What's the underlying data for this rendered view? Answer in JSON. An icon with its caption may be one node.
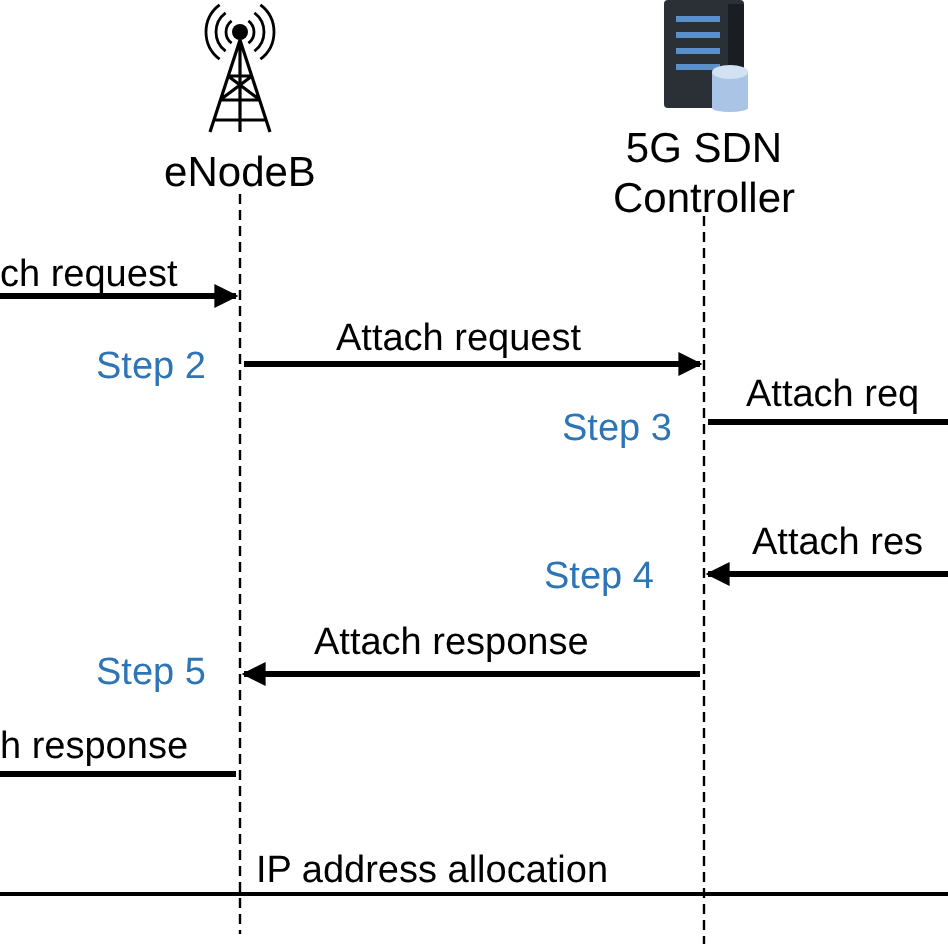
{
  "diagram": {
    "nodes": [
      {
        "text": [
          "eNodeB"
        ]
      },
      {
        "text": [
          "5G SDN Controller"
        ]
      },
      {
        "text": [],
        "shape": "bar"
      },
      {
        "text": [],
        "shape": "bar"
      }
    ],
    "edges": [
      {
        "from": null,
        "to": 2,
        "arrow": "to",
        "label": "ch request"
      },
      {
        "from": 2,
        "to": 3,
        "arrow": "to",
        "label": "Attach request"
      },
      {
        "from": 3,
        "to": null,
        "arrow": "none",
        "label": "Attach req"
      },
      {
        "from": null,
        "to": 3,
        "arrow": "to",
        "label": "Attach res"
      },
      {
        "from": 3,
        "to": 2,
        "arrow": "to",
        "label": "Attach response"
      },
      {
        "from": 2,
        "to": null,
        "arrow": "none",
        "label": "h response"
      }
    ],
    "labels": [
      "Step 2",
      "Step 3",
      "Step 4",
      "Step 5",
      "IP address allocation"
    ]
  }
}
